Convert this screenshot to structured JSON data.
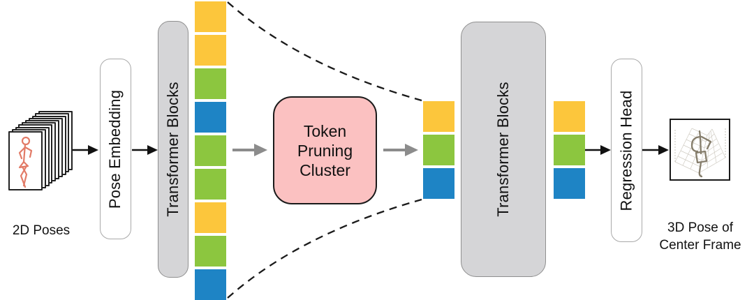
{
  "labels": {
    "input_caption": "2D Poses",
    "pose_embedding": "Pose Embedding",
    "transformer_blocks_1": "Transformer Blocks",
    "token_pruning_cluster": [
      "Token",
      "Pruning",
      "Cluster"
    ],
    "transformer_blocks_2": "Transformer Blocks",
    "regression_head": "Regression Head",
    "output_caption_line1": "3D Pose of",
    "output_caption_line2": "Center Frame"
  },
  "input": {
    "frames_visible": 10
  },
  "tokens": {
    "full_sequence": [
      "yellow",
      "yellow",
      "green",
      "blue",
      "green",
      "green",
      "yellow",
      "green",
      "blue"
    ],
    "pruned_sequence": [
      "yellow",
      "green",
      "blue"
    ],
    "output_sequence": [
      "yellow",
      "green",
      "blue"
    ]
  },
  "colors": {
    "token_yellow": "#FCC63C",
    "token_green": "#8CC63F",
    "token_blue": "#1E84C5",
    "pruning_box_fill": "#FBC1C1",
    "block_fill": "#D5D5D7",
    "arrow_black": "#111111",
    "arrow_gray": "#8C8C8C",
    "pose2d_figure": "#E27B67",
    "pose3d_figure": "#857D6B"
  }
}
